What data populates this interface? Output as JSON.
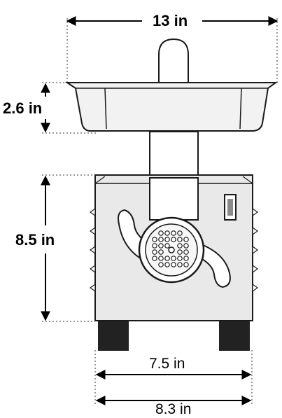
{
  "diagram": {
    "subject": "meat-grinder-dimensions",
    "dimensions": {
      "overall_width": "13 in",
      "tray_height": "2.6 in",
      "body_height": "8.5 in",
      "inner_base_width": "7.5 in",
      "outer_base_width": "8.3 in"
    }
  },
  "colors": {
    "line": "#1a1a1a",
    "body_fill": "#e9e9e9",
    "tray_fill": "#f2f2f2",
    "feet": "#222222",
    "text": "#000000"
  }
}
